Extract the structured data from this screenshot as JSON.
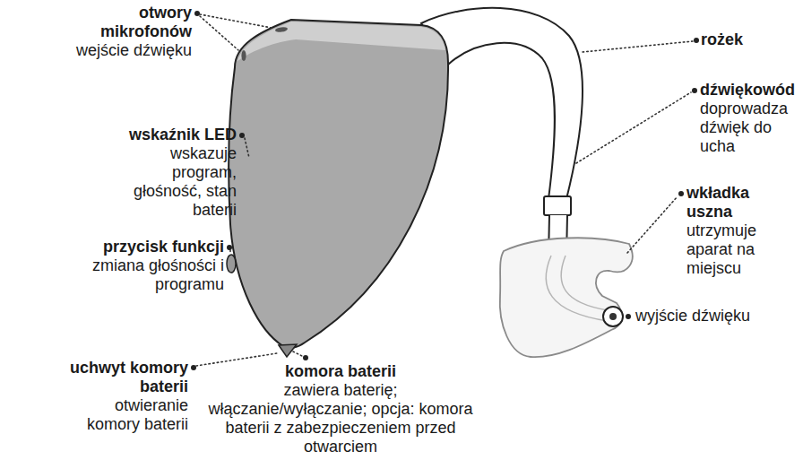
{
  "diagram": {
    "labels": [
      "otwory mikrofonów",
      "wejście dźwięku",
      "wskaźnik LED",
      "wskazuje program, głośność, stan baterii",
      "przycisk funkcji",
      "zmiana głośności i programu",
      "uchwyt komory baterii",
      "otwieranie komory baterii",
      "komora baterii",
      "zawiera baterię; włączanie/wyłączanie; opcja: komora baterii z zabezpieczeniem przed otwarciem",
      "rożek",
      "dźwiękowód",
      "doprowadza dźwięk do ucha",
      "wkładka uszna",
      "utrzymuje aparat na miejscu",
      "wyjście dźwięku"
    ]
  }
}
